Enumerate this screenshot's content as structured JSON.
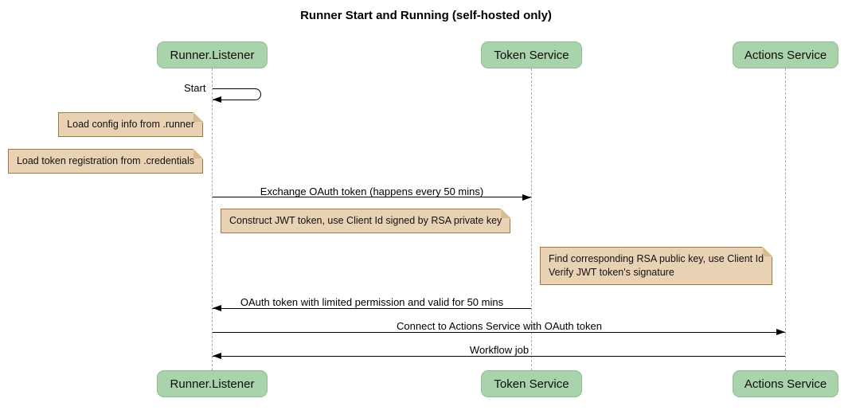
{
  "title": "Runner Start and Running (self-hosted only)",
  "participants": {
    "runner": "Runner.Listener",
    "token": "Token Service",
    "actions": "Actions Service"
  },
  "messages": {
    "start": "Start",
    "exchange": "Exchange OAuth token (happens every 50 mins)",
    "oauth_return": "OAuth token with limited permission and valid for 50 mins",
    "connect": "Connect to Actions Service with OAuth token",
    "workflow": "Workflow job"
  },
  "notes": {
    "load_config": "Load config info from .runner",
    "load_token": "Load token registration from .credentials",
    "construct_jwt": "Construct JWT token, use Client Id signed by RSA private key",
    "find_rsa_line1": "Find corresponding RSA public key, use Client Id",
    "find_rsa_line2": "Verify JWT token's signature"
  },
  "colors": {
    "participant_fill": "#a9d3ab",
    "note_fill": "#e9d2b4",
    "note_border": "#a5783c",
    "lifeline": "#aaaaaa",
    "arrow": "#000000"
  }
}
